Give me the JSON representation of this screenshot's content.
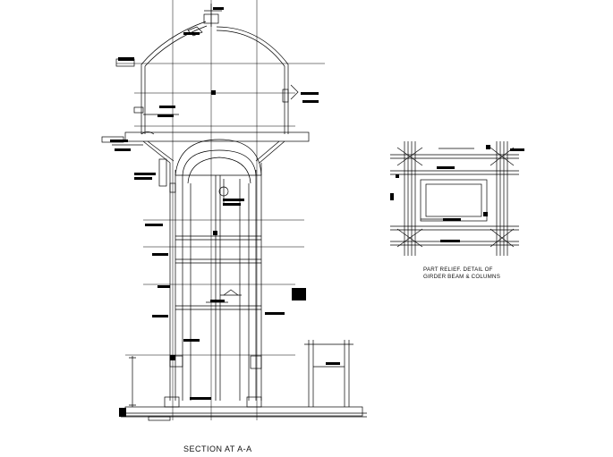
{
  "section_title": "SECTION AT A-A",
  "detail_caption": {
    "line1": "PART RELIEF. DETAIL OF",
    "line2": "GIRDER BEAM & COLUMNS"
  },
  "colors": {
    "ink": "#000000",
    "background": "#ffffff"
  }
}
